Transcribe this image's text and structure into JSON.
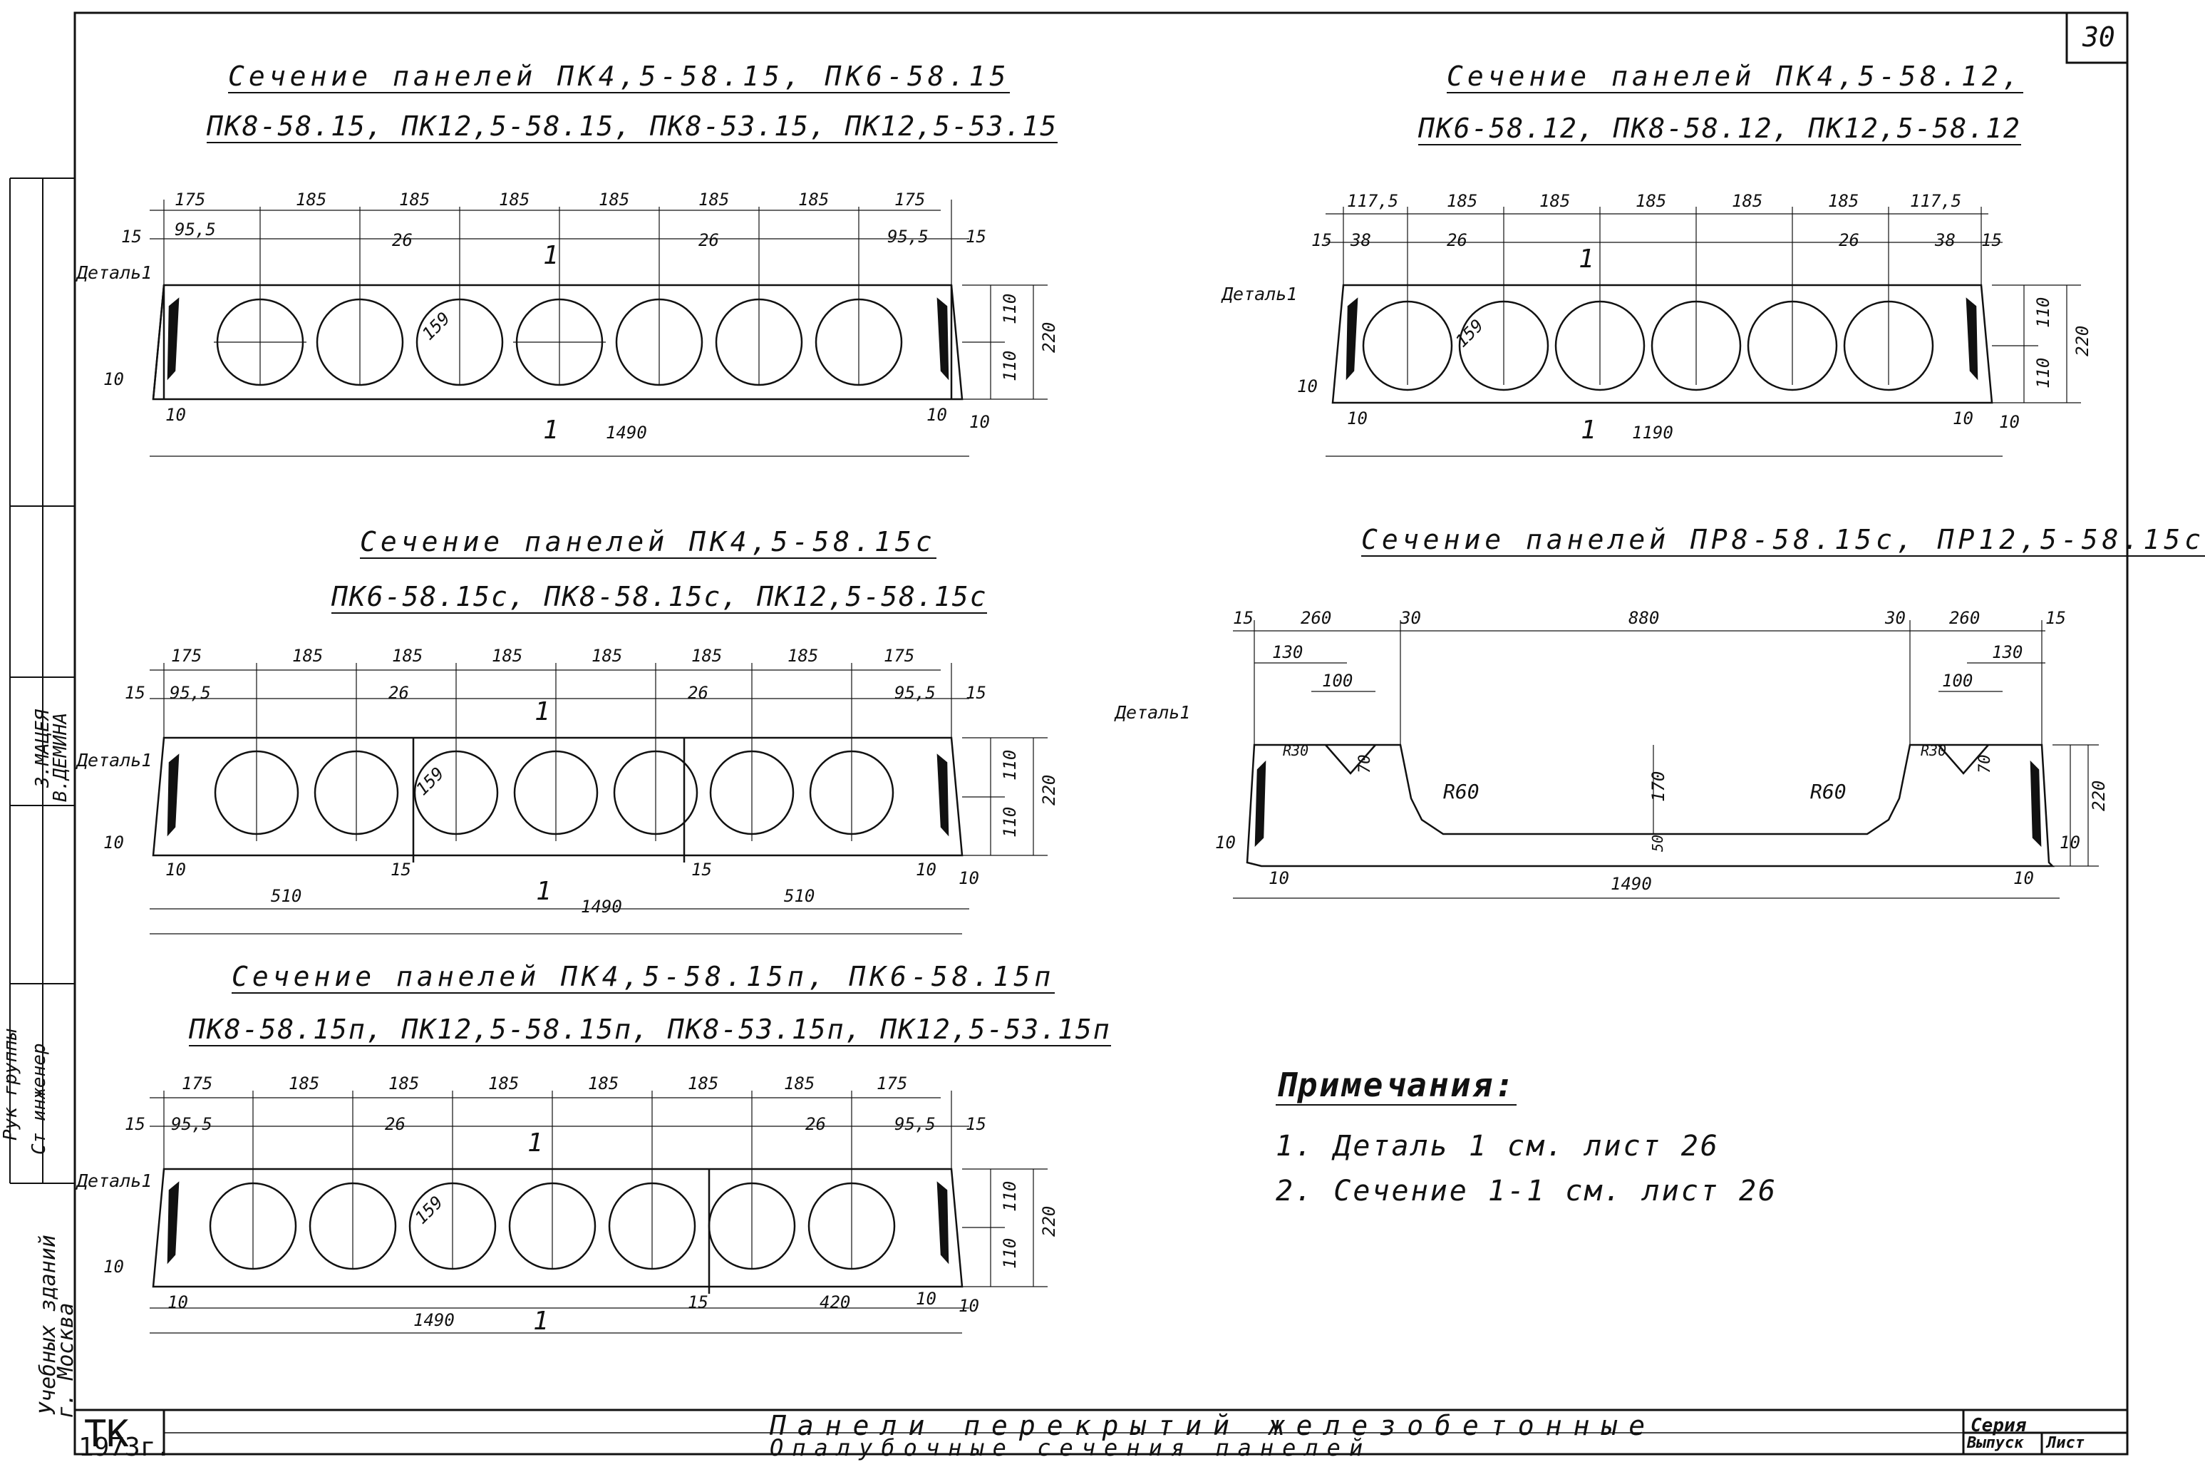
{
  "sheet": {
    "page_number": "30",
    "title_main": "Панели перекрытий железобетонные",
    "title_sub": "Опалубочные сечения панелей",
    "org_abbr": "ТК",
    "year": "1973г.",
    "series_label": "Серия",
    "issue_label": "Выпуск",
    "sheet_label": "Лист",
    "side_org": "Учебных зданий",
    "side_city": "г. Москва"
  },
  "stamp": {
    "role1": "Рук группы",
    "role2": "Ст инженер",
    "name1": "З.МАЦЕЯ",
    "name2": "В.ДЕМИНА"
  },
  "sections": {
    "s1": {
      "title1": "Сечение панелей ПК4,5-58.15, ПК6-58.15",
      "title2": "ПК8-58.15, ПК12,5-58.15, ПК8-53.15, ПК12,5-53.15"
    },
    "s2": {
      "title1": "Сечение панелей ПК4,5-58.12,",
      "title2": "ПК6-58.12, ПК8-58.12, ПК12,5-58.12"
    },
    "s3": {
      "title1": "Сечение панелей ПК4,5-58.15с",
      "title2": "ПК6-58.15с, ПК8-58.15с, ПК12,5-58.15с"
    },
    "s4": {
      "title1": "Сечение панелей ПР8-58.15с, ПР12,5-58.15с"
    },
    "s5": {
      "title1": "Сечение панелей ПК4,5-58.15п, ПК6-58.15п",
      "title2": "ПК8-58.15п, ПК12,5-58.15п, ПК8-53.15п, ПК12,5-53.15п"
    }
  },
  "labels": {
    "detail": "Деталь1",
    "section_mark": "1",
    "dia": "159"
  },
  "dims": {
    "s1_top": [
      "175",
      "185",
      "185",
      "185",
      "185",
      "185",
      "185",
      "175"
    ],
    "s1_sub": [
      "15",
      "95,5",
      "26",
      "26",
      "95,5",
      "15"
    ],
    "s1_right": [
      "110",
      "110",
      "220"
    ],
    "s1_bottom": [
      "10",
      "1490",
      "10",
      "10",
      "10"
    ],
    "s2_top": [
      "117,5",
      "185",
      "185",
      "185",
      "185",
      "185",
      "117,5"
    ],
    "s2_sub": [
      "15",
      "38",
      "26",
      "26",
      "38",
      "15"
    ],
    "s2_right": [
      "110",
      "110",
      "220"
    ],
    "s2_bottom": [
      "10",
      "1190",
      "10",
      "10",
      "10"
    ],
    "s3_top": [
      "175",
      "185",
      "185",
      "185",
      "185",
      "185",
      "185",
      "175"
    ],
    "s3_sub": [
      "15",
      "95,5",
      "26",
      "26",
      "95,5",
      "15"
    ],
    "s3_right": [
      "110",
      "110",
      "220"
    ],
    "s3_bottom": [
      "10",
      "510",
      "15",
      "1490",
      "15",
      "510",
      "10",
      "10",
      "10"
    ],
    "s4_top": [
      "15",
      "260",
      "30",
      "880",
      "30",
      "260",
      "15"
    ],
    "s4_sub": [
      "130",
      "100",
      "130",
      "100"
    ],
    "s4_mid": [
      "R30",
      "70",
      "R60",
      "170",
      "R60",
      "50",
      "R30",
      "70",
      "220"
    ],
    "s4_bottom": [
      "10",
      "1490",
      "10",
      "10"
    ],
    "s5_top": [
      "175",
      "185",
      "185",
      "185",
      "185",
      "185",
      "185",
      "175"
    ],
    "s5_sub": [
      "15",
      "95,5",
      "26",
      "26",
      "95,5",
      "15"
    ],
    "s5_right": [
      "110",
      "110",
      "220"
    ],
    "s5_bottom": [
      "10",
      "1490",
      "15",
      "420",
      "10",
      "10"
    ]
  },
  "notes": {
    "heading": "Примечания:",
    "items": [
      "1. Деталь 1 см. лист 26",
      "2. Сечение 1-1 см. лист 26"
    ]
  }
}
